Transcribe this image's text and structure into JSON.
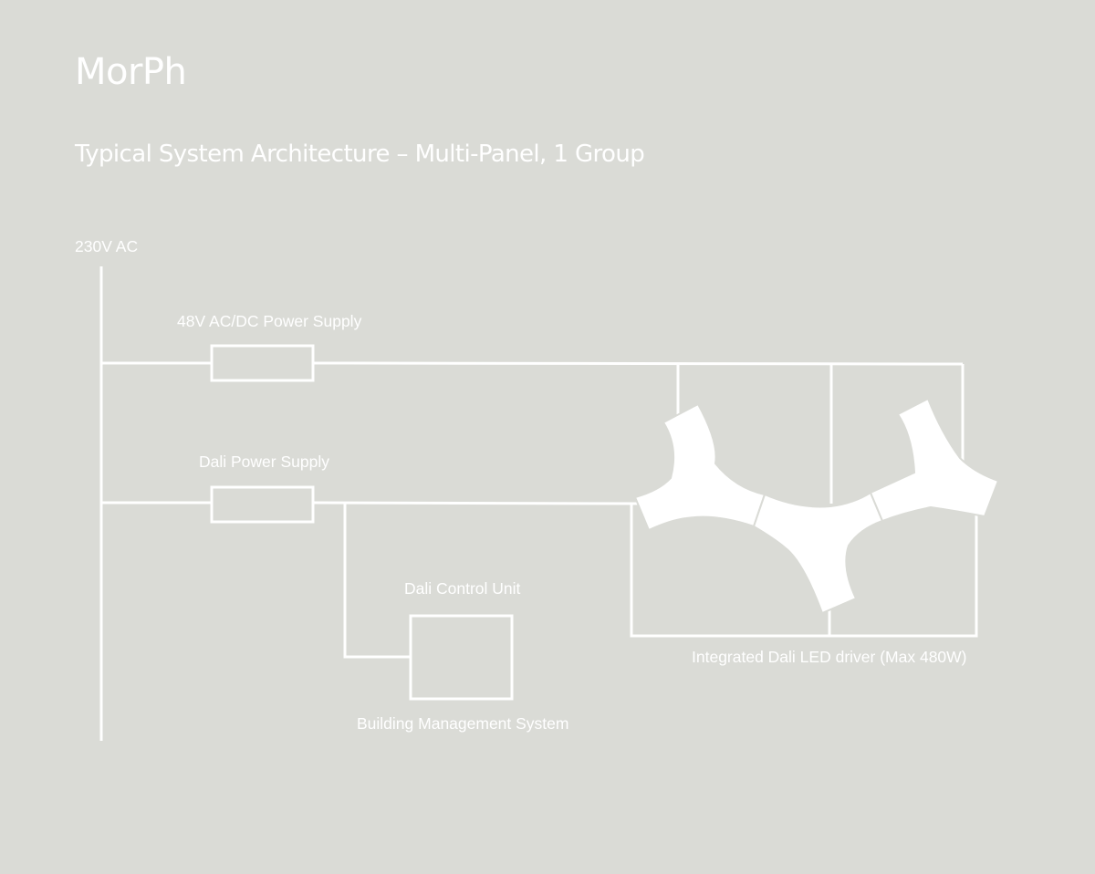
{
  "header": {
    "title": "MorPh",
    "subtitle": "Typical System Architecture – Multi-Panel, 1 Group"
  },
  "labels": {
    "mains": "230V AC",
    "psu_48v": "48V AC/DC Power Supply",
    "dali_psu": "Dali Power Supply",
    "dali_control": "Dali Control Unit",
    "bms": "Building Management System",
    "led_driver": "Integrated Dali LED driver (Max 480W)"
  },
  "colors": {
    "background": "#dadbd6",
    "line": "#ffffff"
  }
}
